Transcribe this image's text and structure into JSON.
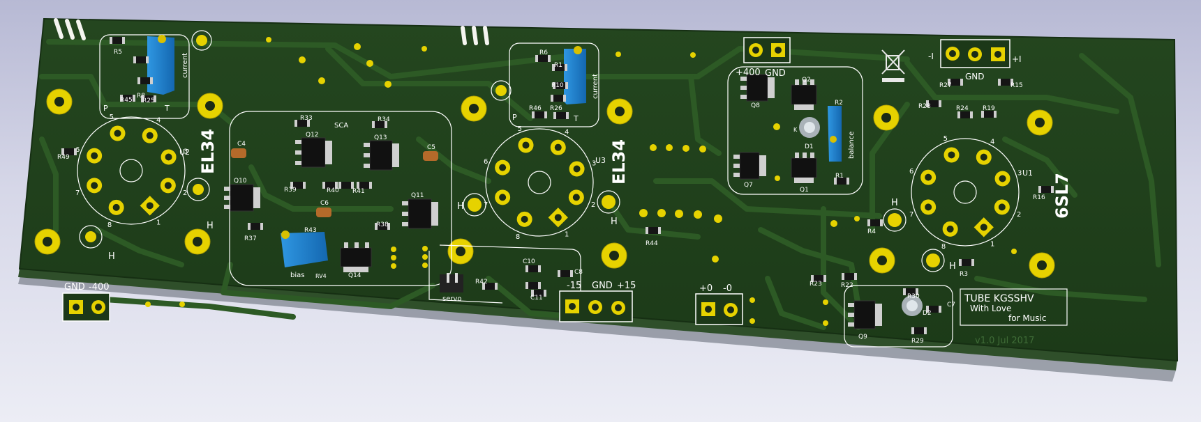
{
  "board": {
    "title_line1": "TUBE KGSSHV",
    "title_line2": "With Love",
    "title_line3": "for Music",
    "version": "v1.0 Jul 2017",
    "block_sca": "SCA",
    "colors": {
      "soldermask": "#1e3d1a",
      "copper": "#27501f",
      "silk": "#ffffff",
      "pad": "#e6d200",
      "pot": "#1b7fd0"
    }
  },
  "tubes": {
    "u2": {
      "ref": "U2",
      "value": "EL34",
      "pins": [
        "1",
        "2",
        "3",
        "4",
        "5",
        "6",
        "7",
        "8"
      ],
      "heater": "H"
    },
    "u3": {
      "ref": "U3",
      "value": "EL34",
      "pins": [
        "1",
        "2",
        "3",
        "4",
        "5",
        "6",
        "7",
        "8"
      ],
      "heater": "H"
    },
    "u1": {
      "ref": "U1",
      "value": "6SL7",
      "pins": [
        "1",
        "2",
        "3",
        "4",
        "5",
        "6",
        "7",
        "8"
      ],
      "heater": "H"
    }
  },
  "connectors": {
    "hv_neg": {
      "label_gnd": "GND",
      "label_val": "-400"
    },
    "hv_pos": {
      "label_val": "+400",
      "label_gnd": "GND"
    },
    "out_top": {
      "minus": "-I",
      "gnd": "GND",
      "plus": "+I"
    },
    "supply": {
      "neg": "-15",
      "gnd": "GND",
      "pos": "+15"
    },
    "out": {
      "plus": "+0",
      "minus": "-0"
    },
    "servo": "servo"
  },
  "pot_labels": {
    "current_left": "current",
    "current_mid": "current",
    "balance": "balance",
    "bias": "bias",
    "rv4": "RV4"
  },
  "refs": {
    "R5": "R5",
    "R45": "R45",
    "R25": "R25",
    "R8": "R8",
    "R49": "R49",
    "R33": "R33",
    "R34": "R34",
    "R39": "R39",
    "R40": "R40",
    "R41": "R41",
    "R37": "R37",
    "R43": "R43",
    "R38": "R38",
    "R6": "R6",
    "R1a": "R1",
    "R10": "R10",
    "R46": "R46",
    "R26": "R26",
    "R2": "R2",
    "R1b": "R1",
    "R44": "R44",
    "R42": "R42",
    "R27": "R27",
    "R15": "R15",
    "R28": "R28",
    "R24": "R24",
    "R19": "R19",
    "R16": "R16",
    "R4": "R4",
    "R3": "R3",
    "R23": "R23",
    "R22": "R22",
    "R30": "R30",
    "R29": "R29",
    "C4": "C4",
    "C5": "C5",
    "C6": "C6",
    "C10": "C10",
    "C11": "C11",
    "C8": "C8",
    "C7": "C7",
    "Q10": "Q10",
    "Q12": "Q12",
    "Q13": "Q13",
    "Q11": "Q11",
    "Q14": "Q14",
    "Q8": "Q8",
    "Q2": "Q2",
    "Q7": "Q7",
    "Q1": "Q1",
    "Q9": "Q9",
    "D1": "D1",
    "D2": "D2",
    "K": "K",
    "P": "P",
    "T": "T"
  }
}
